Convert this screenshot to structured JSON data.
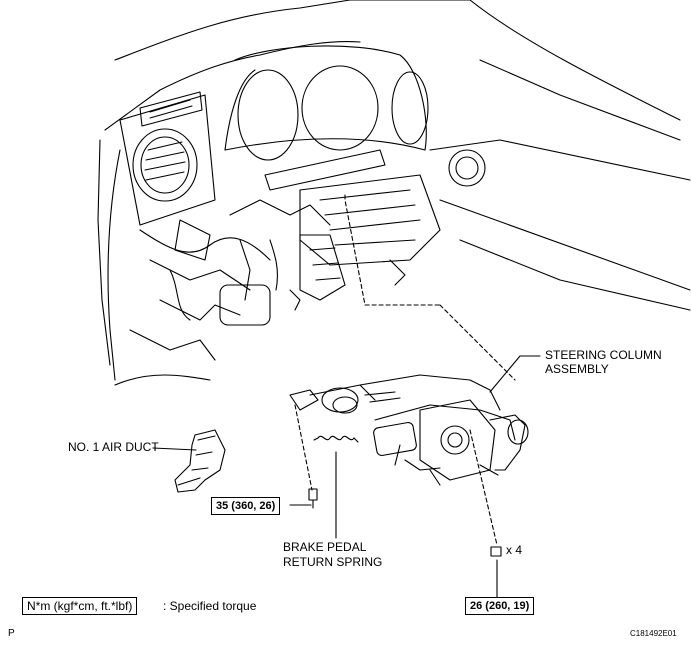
{
  "labels": {
    "steering_column_line1": "STEERING COLUMN",
    "steering_column_line2": "ASSEMBLY",
    "air_duct": "NO. 1 AIR DUCT",
    "brake_spring_line1": "BRAKE PEDAL",
    "brake_spring_line2": "RETURN SPRING",
    "multiplier": "x 4"
  },
  "torque": {
    "bolt_small": "35 (360, 26)",
    "bolt_large": "26 (260, 19)"
  },
  "legend": {
    "unit_box": "N*m (kgf*cm, ft.*lbf)",
    "suffix": ": Specified torque"
  },
  "footer": {
    "left_code": "P",
    "figure_id": "C181492E01"
  }
}
